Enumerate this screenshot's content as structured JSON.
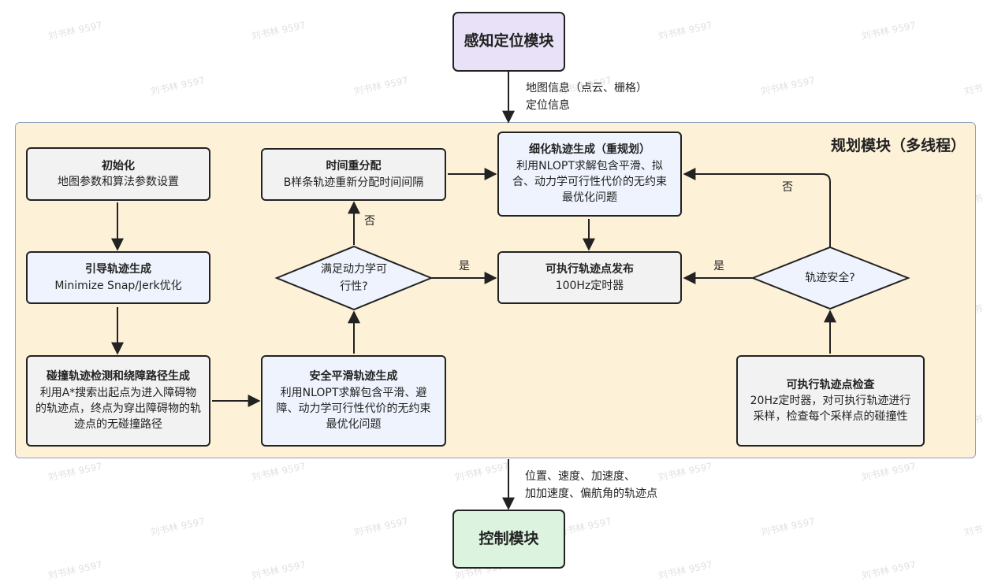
{
  "watermark": "刘书林 9597",
  "perception": {
    "label": "感知定位模块"
  },
  "control": {
    "label": "控制模块"
  },
  "planning": {
    "title": "规划模块（多线程）"
  },
  "input_label": {
    "line1": "地图信息（点云、栅格）",
    "line2": "定位信息"
  },
  "output_label": {
    "line1": "位置、速度、加速度、",
    "line2": "加加速度、偏航角的轨迹点"
  },
  "nodes": {
    "init": {
      "title": "初始化",
      "desc": "地图参数和算法参数设置"
    },
    "guide": {
      "title": "引导轨迹生成",
      "desc": "Minimize Snap/Jerk优化"
    },
    "collision": {
      "title": "碰撞轨迹检测和绕障路径生成",
      "desc": "利用A*搜索出起点为进入障碍物的轨迹点，终点为穿出障碍物的轨迹点的无碰撞路径"
    },
    "smooth": {
      "title": "安全平滑轨迹生成",
      "desc": "利用NLOPT求解包含平滑、避障、动力学可行性代价的无约束最优化问题"
    },
    "realloc": {
      "title": "时间重分配",
      "desc": "B样条轨迹重新分配时间间隔"
    },
    "refine": {
      "title": "细化轨迹生成（重规划）",
      "desc": "利用NLOPT求解包含平滑、拟合、动力学可行性代价的无约束最优化问题"
    },
    "publish": {
      "title": "可执行轨迹点发布",
      "desc": "100Hz定时器"
    },
    "check": {
      "title": "可执行轨迹点检查",
      "desc": "20Hz定时器，对可执行轨迹进行采样，检查每个采样点的碰撞性"
    }
  },
  "decisions": {
    "dynamics": {
      "line1": "满足动力学可",
      "line2": "行性?"
    },
    "safety": {
      "label": "轨迹安全?"
    }
  },
  "edge_labels": {
    "no_1": "否",
    "yes_1": "是",
    "yes_2": "是",
    "no_2": "否"
  }
}
